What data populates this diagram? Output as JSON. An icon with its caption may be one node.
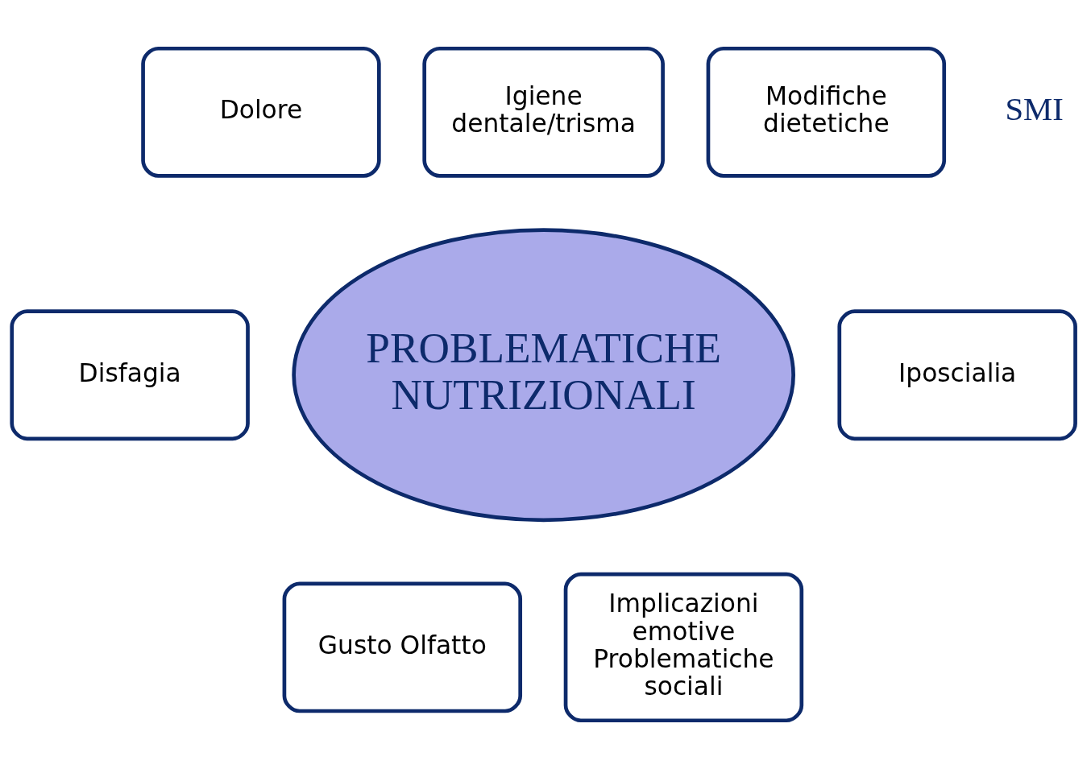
{
  "diagram": {
    "nodes": [
      {
        "text": [
          "Dolore"
        ]
      },
      {
        "text": [
          "Igiene dentale/trisma"
        ]
      },
      {
        "text": [
          "Modifiche dietetiche"
        ]
      },
      {
        "text": [
          "PROBLEMATICHE NUTRIZIONALI"
        ]
      },
      {
        "text": [
          "Disfagia"
        ]
      },
      {
        "text": [
          "Iposcialia"
        ]
      },
      {
        "text": [
          "Gusto Olfatto"
        ]
      },
      {
        "text": [
          "Implicazioni emotive",
          "Problematiche sociali"
        ]
      }
    ],
    "edges": [],
    "labels": [
      "SMI"
    ]
  }
}
